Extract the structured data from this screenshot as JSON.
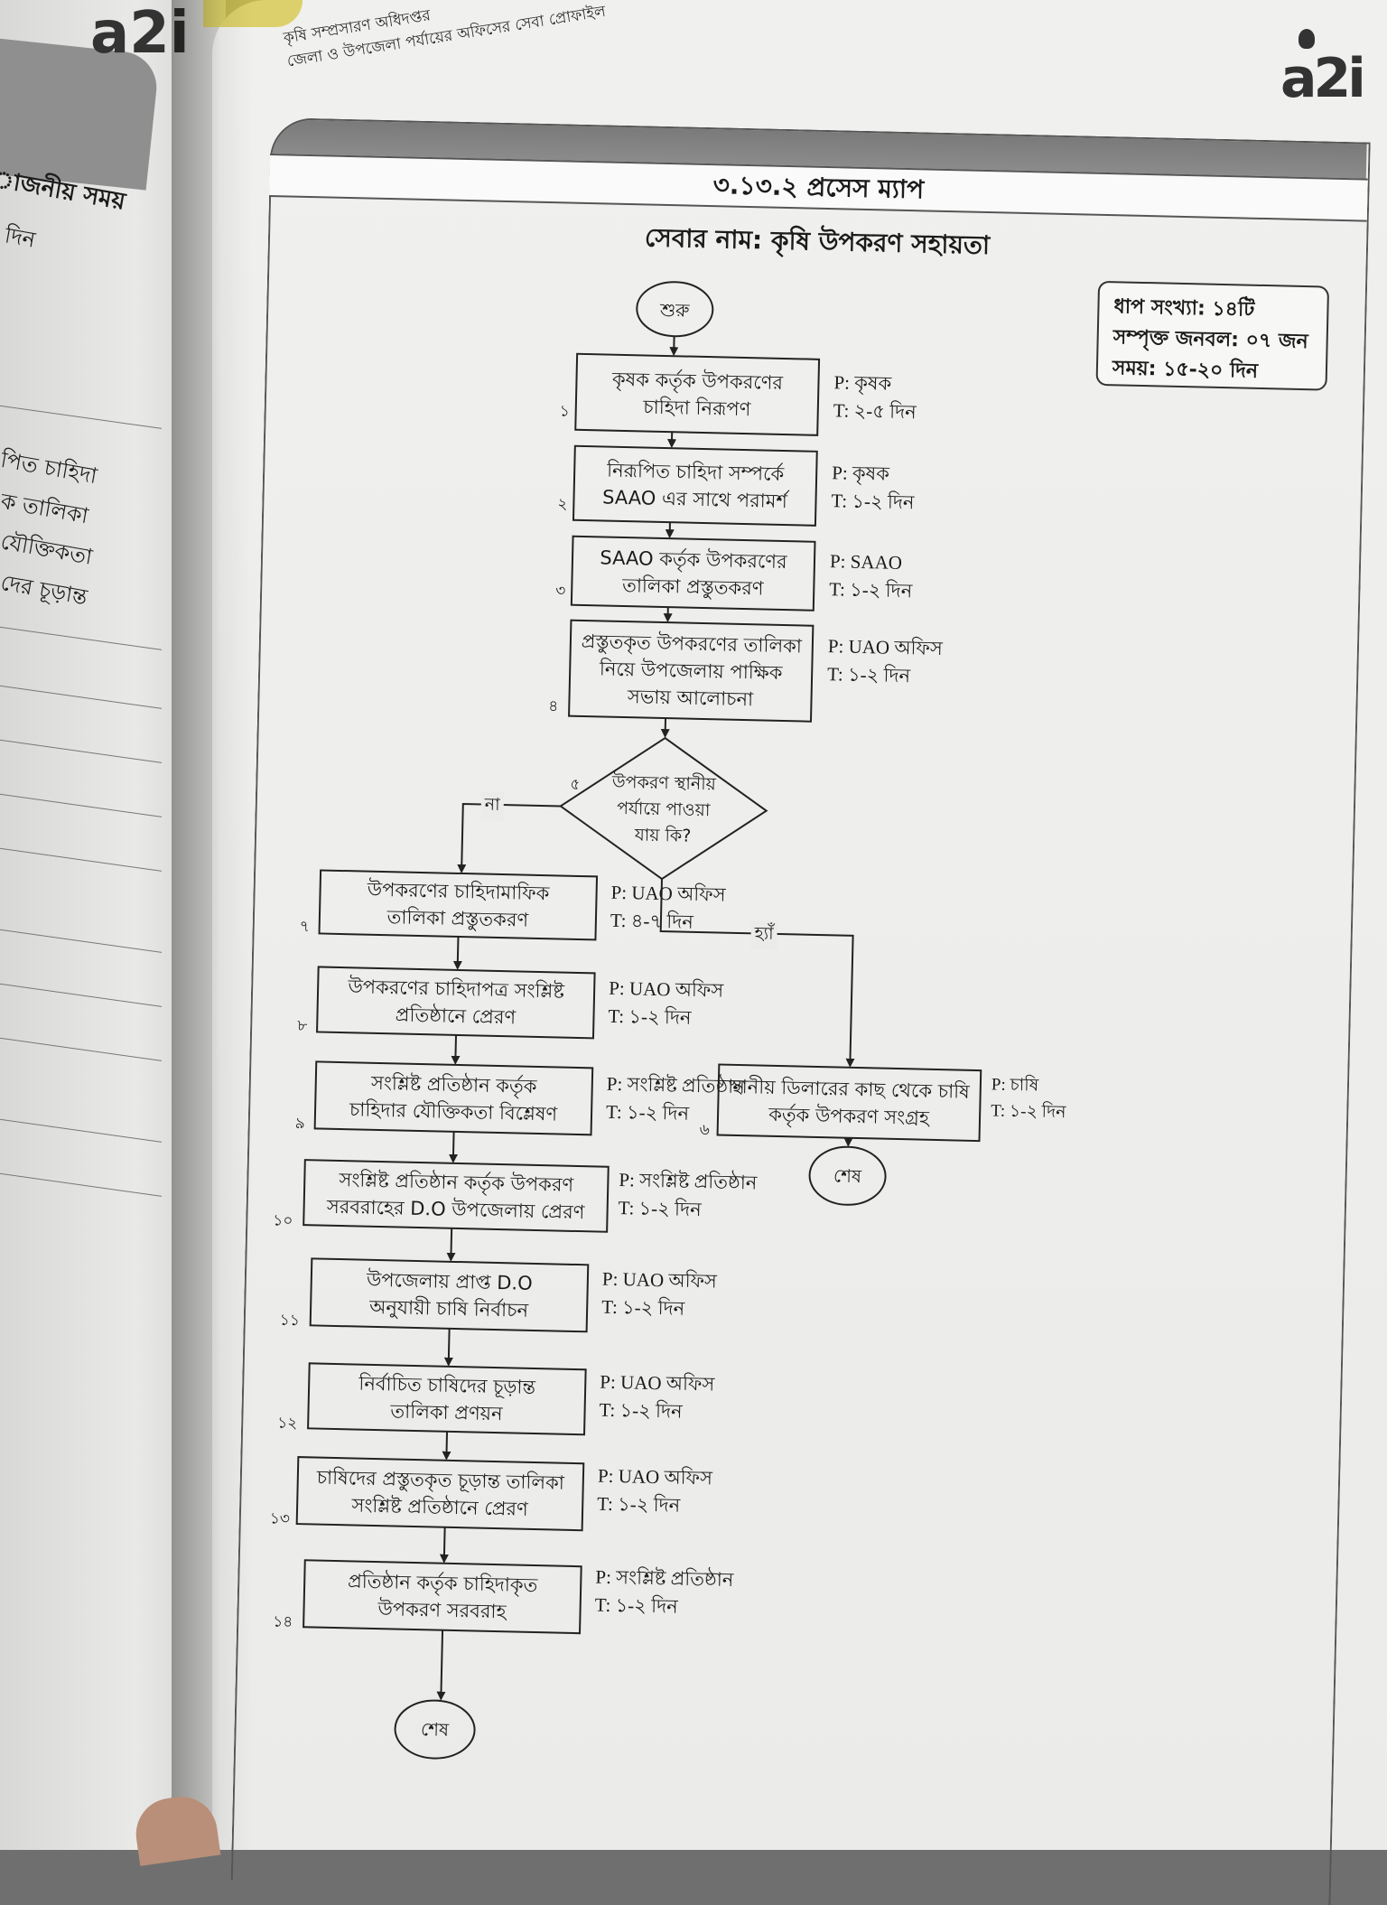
{
  "left_page": {
    "logo": "a2i",
    "heading": "াজনীয় সময়",
    "day": "দিন",
    "fragments": [
      "পিত চাহিদা",
      "ক তালিকা",
      "যৌক্তিকতা",
      "দের চূড়ান্ত"
    ]
  },
  "header": {
    "line1": "কৃষি সম্প্রসারণ অধিদপ্তর",
    "line2": "জেলা ও উপজেলা পর্যায়ের অফিসের সেবা প্রোফাইল",
    "logo": "a2i"
  },
  "map_title": "৩.১৩.২ প্রসেস ম্যাপ",
  "service_name": "সেবার নাম: কৃষি উপকরণ সহায়তা",
  "summary": {
    "steps": "ধাপ সংখ্যা: ১৪টি",
    "manpower": "সম্পৃক্ত জনবল: ০৭ জন",
    "time": "সময়: ১৫-২০ দিন"
  },
  "flow": {
    "start": "শুরু",
    "end": "শেষ",
    "steps": [
      {
        "num": "১",
        "text": "কৃষক কর্তৃক উপকরণের\nচাহিদা নিরূপণ",
        "p": "P: কৃষক",
        "t": "T: ২-৫ দিন"
      },
      {
        "num": "২",
        "text": "নিরূপিত চাহিদা সম্পর্কে\nSAAO এর সাথে পরামর্শ",
        "p": "P: কৃষক",
        "t": "T: ১-২ দিন"
      },
      {
        "num": "৩",
        "text": "SAAO কর্তৃক উপকরণের\nতালিকা প্রস্তুতকরণ",
        "p": "P: SAAO",
        "t": "T: ১-২ দিন"
      },
      {
        "num": "৪",
        "text": "প্রস্তুতকৃত উপকরণের তালিকা\nনিয়ে উপজেলায় পাক্ষিক\nসভায় আলোচনা",
        "p": "P: UAO অফিস",
        "t": "T: ১-২ দিন"
      },
      {
        "num": "৫",
        "text": "উপকরণ স্থানীয়\nপর্যায়ে পাওয়া\nযায় কি?"
      },
      {
        "num": "৬",
        "text": "স্থানীয় ডিলারের কাছ থেকে চাষি\nকর্তৃক উপকরণ সংগ্রহ",
        "p": "P: চাষি",
        "t": "T: ১-২ দিন"
      },
      {
        "num": "৭",
        "text": "উপকরণের চাহিদামাফিক\nতালিকা প্রস্তুতকরণ",
        "p": "P: UAO অফিস",
        "t": "T: ৪-৭ দিন"
      },
      {
        "num": "৮",
        "text": "উপকরণের চাহিদাপত্র সংশ্লিষ্ট\nপ্রতিষ্ঠানে প্রেরণ",
        "p": "P: UAO অফিস",
        "t": "T: ১-২ দিন"
      },
      {
        "num": "৯",
        "text": "সংশ্লিষ্ট প্রতিষ্ঠান কর্তৃক\nচাহিদার যৌক্তিকতা বিশ্লেষণ",
        "p": "P: সংশ্লিষ্ট প্রতিষ্ঠান",
        "t": "T: ১-২ দিন"
      },
      {
        "num": "১০",
        "text": "সংশ্লিষ্ট প্রতিষ্ঠান কর্তৃক উপকরণ\nসরবরাহের D.O উপজেলায় প্রেরণ",
        "p": "P: সংশ্লিষ্ট প্রতিষ্ঠান",
        "t": "T: ১-২ দিন"
      },
      {
        "num": "১১",
        "text": "উপজেলায় প্রাপ্ত D.O\nঅনুযায়ী চাষি নির্বাচন",
        "p": "P: UAO অফিস",
        "t": "T: ১-২ দিন"
      },
      {
        "num": "১২",
        "text": "নির্বাচিত চাষিদের চূড়ান্ত\nতালিকা প্রণয়ন",
        "p": "P: UAO অফিস",
        "t": "T: ১-২ দিন"
      },
      {
        "num": "১৩",
        "text": "চাষিদের প্রস্তুতকৃত চূড়ান্ত তালিকা\nসংশ্লিষ্ট প্রতিষ্ঠানে প্রেরণ",
        "p": "P: UAO অফিস",
        "t": "T: ১-২ দিন"
      },
      {
        "num": "১৪",
        "text": "প্রতিষ্ঠান কর্তৃক চাহিদাকৃত\nউপকরণ সরবরাহ",
        "p": "P: সংশ্লিষ্ট প্রতিষ্ঠান",
        "t": "T: ১-২ দিন"
      }
    ],
    "no_label": "না",
    "yes_label": "হ্যাঁ"
  }
}
